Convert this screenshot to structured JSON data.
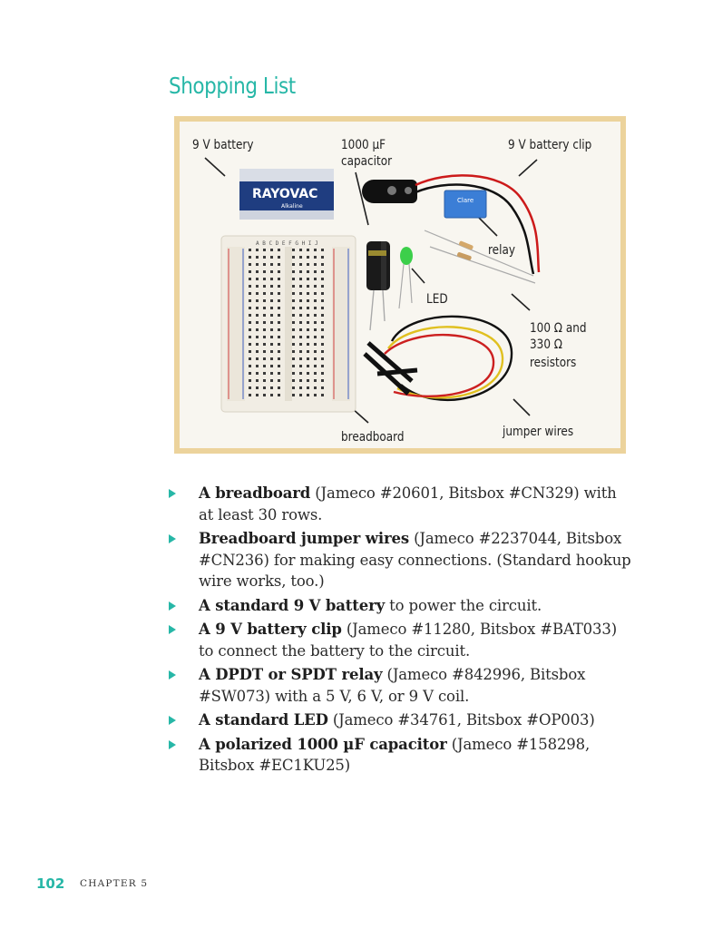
{
  "heading": "Shopping List",
  "photo": {
    "labels": {
      "battery": "9 V battery",
      "capacitor_line1": "1000 µF",
      "capacitor_line2": "capacitor",
      "battery_clip": "9 V battery clip",
      "relay": "relay",
      "led": "LED",
      "resistors_line1": "100 Ω and",
      "resistors_line2": "330 Ω",
      "resistors_line3": "resistors",
      "breadboard": "breadboard",
      "jumper_wires": "jumper wires"
    },
    "battery_brand": "RAYOVAC",
    "battery_sub": "Alkaline",
    "relay_brand": "Clare",
    "breadboard_cols": "A B C D E   F G H I J"
  },
  "items": [
    {
      "bold": "A breadboard",
      "rest": " (Jameco #20601, Bitsbox #CN329) with at least 30 rows."
    },
    {
      "bold": "Breadboard jumper wires",
      "rest": " (Jameco #2237044, Bitsbox #CN236) for making easy connections. (Standard hookup wire works, too.)"
    },
    {
      "bold": "A standard 9 V battery",
      "rest": " to power the circuit."
    },
    {
      "bold": "A 9 V battery clip",
      "rest": " (Jameco #11280, Bitsbox #BAT033) to connect the battery to the circuit."
    },
    {
      "bold": "A DPDT or SPDT relay",
      "rest": " (Jameco #842996, Bitsbox #SW073) with a 5 V, 6 V, or 9 V coil."
    },
    {
      "bold": "A standard LED",
      "rest": " (Jameco #34761, Bitsbox #OP003)"
    },
    {
      "bold": "A polarized 1000 µF capacitor",
      "rest": " (Jameco #158298, Bitsbox #EC1KU25)"
    }
  ],
  "footer": {
    "page_number": "102",
    "chapter": "CHAPTER 5"
  },
  "colors": {
    "accent": "#27b7a7",
    "frame": "#e8c98a",
    "paper": "#f7f4ec"
  }
}
